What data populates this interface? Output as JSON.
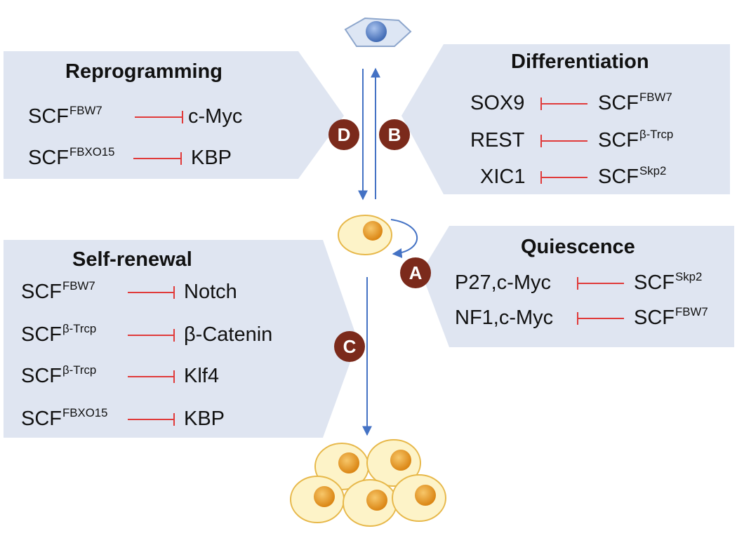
{
  "panels": {
    "reprogramming": {
      "title": "Reprogramming",
      "rows": [
        {
          "enzyme": "SCF",
          "enzyme_sup": "FBW7",
          "target": "c-Myc"
        },
        {
          "enzyme": "SCF",
          "enzyme_sup": "FBXO15",
          "target": "KBP"
        }
      ]
    },
    "differentiation": {
      "title": "Differentiation",
      "rows": [
        {
          "target": "SOX9",
          "enzyme": "SCF",
          "enzyme_sup": "FBW7"
        },
        {
          "target": "REST",
          "enzyme": "SCF",
          "enzyme_sup": "β-Trcp"
        },
        {
          "target": "XIC1",
          "enzyme": "SCF",
          "enzyme_sup": "Skp2"
        }
      ]
    },
    "self_renewal": {
      "title": "Self-renewal",
      "rows": [
        {
          "enzyme": "SCF",
          "enzyme_sup": "FBW7",
          "target": "Notch"
        },
        {
          "enzyme": "SCF",
          "enzyme_sup": "β-Trcp",
          "target": "β-Catenin"
        },
        {
          "enzyme": "SCF",
          "enzyme_sup": "β-Trcp",
          "target": "Klf4"
        },
        {
          "enzyme": "SCF",
          "enzyme_sup": "FBXO15",
          "target": "KBP"
        }
      ]
    },
    "quiescence": {
      "title": "Quiescence",
      "rows": [
        {
          "target": "P27,c-Myc",
          "enzyme": "SCF",
          "enzyme_sup": "Skp2"
        },
        {
          "target": "NF1,c-Myc",
          "enzyme": "SCF",
          "enzyme_sup": "FBW7"
        }
      ]
    }
  },
  "badges": {
    "a": "A",
    "b": "B",
    "c": "C",
    "d": "D"
  },
  "colors": {
    "panel_fill": "#dfe5f1",
    "arrow": "#4472c4",
    "inhibition": "#e03a3a",
    "badge": "#7b2a1b",
    "stem_cell_fill": "#fdf3c8",
    "stem_cell_border": "#e7b84a",
    "nucleus": "#e8961d",
    "differentiated_cell_fill": "#dde6f4",
    "differentiated_nucleus": "#5a82c6"
  }
}
